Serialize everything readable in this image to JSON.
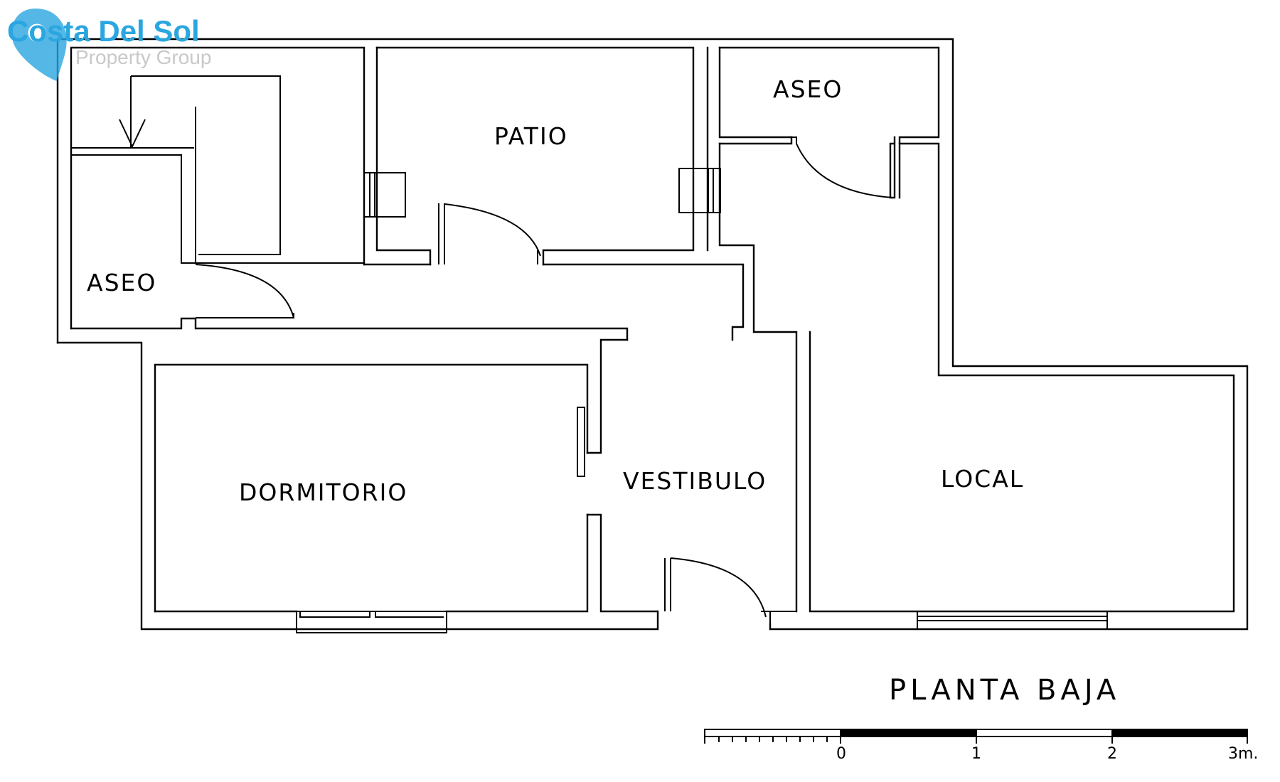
{
  "logo": {
    "name": "Costa Del Sol",
    "tagline": "Property Group",
    "color": "#2aa6e0",
    "icon": "map-pin-icon"
  },
  "plan_title": "PLANTA BAJA",
  "rooms": {
    "aseo_left": "ASEO",
    "patio": "PATIO",
    "aseo_right": "ASEO",
    "dormitorio": "DORMITORIO",
    "vestibulo": "VESTIBULO",
    "local": "LOCAL"
  },
  "scale_bar": {
    "labels": [
      "0",
      "1",
      "2",
      "3m."
    ]
  }
}
